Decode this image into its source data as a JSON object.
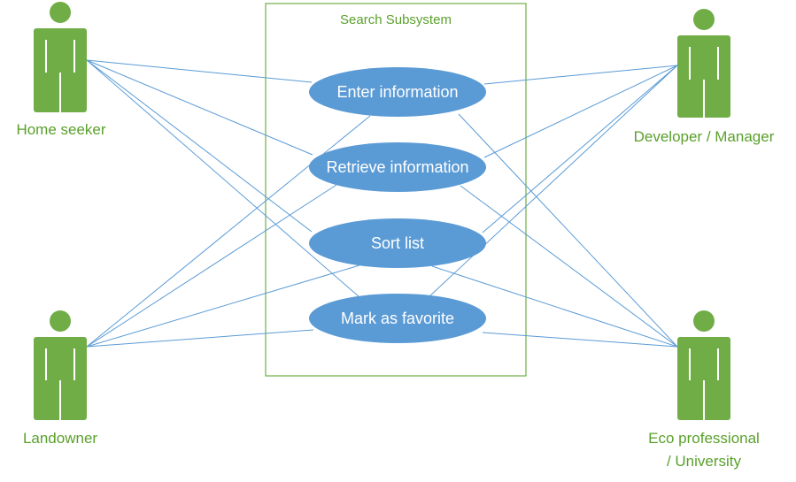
{
  "system": {
    "title": "Search Subsystem"
  },
  "use_cases": [
    {
      "id": "enter",
      "label": "Enter information"
    },
    {
      "id": "retrieve",
      "label": "Retrieve information"
    },
    {
      "id": "sort",
      "label": "Sort list"
    },
    {
      "id": "favorite",
      "label": "Mark as favorite"
    }
  ],
  "actors": [
    {
      "id": "home",
      "lines": [
        "Home seeker"
      ]
    },
    {
      "id": "dev",
      "lines": [
        "Developer / Manager"
      ]
    },
    {
      "id": "land",
      "lines": [
        "Landowner"
      ]
    },
    {
      "id": "eco",
      "lines": [
        "Eco professional",
        "/ University"
      ]
    }
  ],
  "colors": {
    "actor": "#70ad47",
    "actor_text": "#5aa02c",
    "use_case_fill": "#5b9bd5",
    "line": "#5b9bd5",
    "system_border": "#70ad47"
  }
}
